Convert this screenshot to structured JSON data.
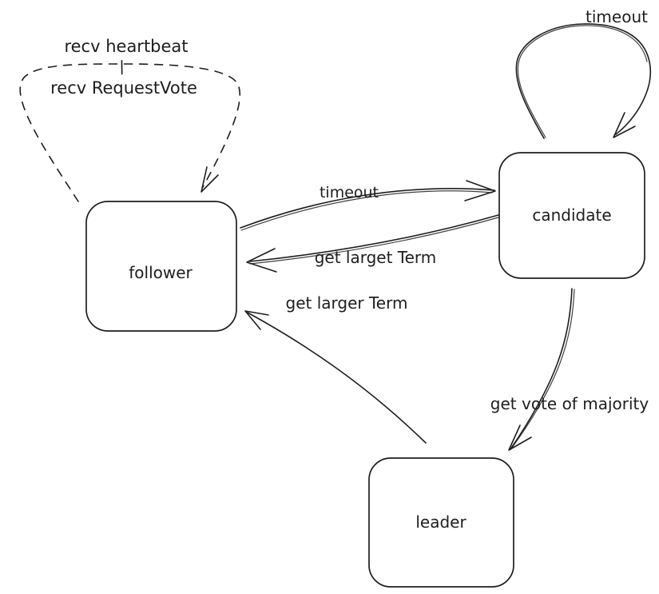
{
  "diagram": {
    "background_color": "#ffffff",
    "stroke_color": "#1e1e1e",
    "nodes": [
      {
        "id": "follower",
        "label": "follower"
      },
      {
        "id": "candidate",
        "label": "candidate"
      },
      {
        "id": "leader",
        "label": "leader"
      }
    ],
    "edges": [
      {
        "id": "follower-self-loop",
        "from": "follower",
        "to": "follower",
        "style": "dashed",
        "label_line1": "recv heartbeat",
        "label_separator": "/",
        "label_line2": "recv RequestVote"
      },
      {
        "id": "candidate-self-loop",
        "from": "candidate",
        "to": "candidate",
        "style": "solid",
        "label": "timeout"
      },
      {
        "id": "follower-to-candidate",
        "from": "follower",
        "to": "candidate",
        "style": "solid",
        "label": "timeout"
      },
      {
        "id": "candidate-to-follower",
        "from": "candidate",
        "to": "follower",
        "style": "solid",
        "label": "get larget Term"
      },
      {
        "id": "leader-to-follower",
        "from": "leader",
        "to": "follower",
        "style": "solid",
        "label": "get larger Term"
      },
      {
        "id": "candidate-to-leader",
        "from": "candidate",
        "to": "leader",
        "style": "solid",
        "label": "get vote of majority"
      }
    ]
  }
}
